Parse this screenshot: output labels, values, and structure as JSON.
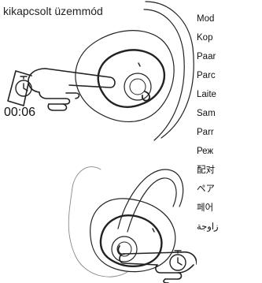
{
  "heading": "kikapcsolt üzemmód",
  "timer": "00:06",
  "languages": [
    "Mod",
    "Kop",
    "Paar",
    "Parc",
    "Laite",
    "Sam",
    "Parr",
    "Реж",
    "配对",
    "ペア",
    "페어",
    "زاوجة"
  ]
}
